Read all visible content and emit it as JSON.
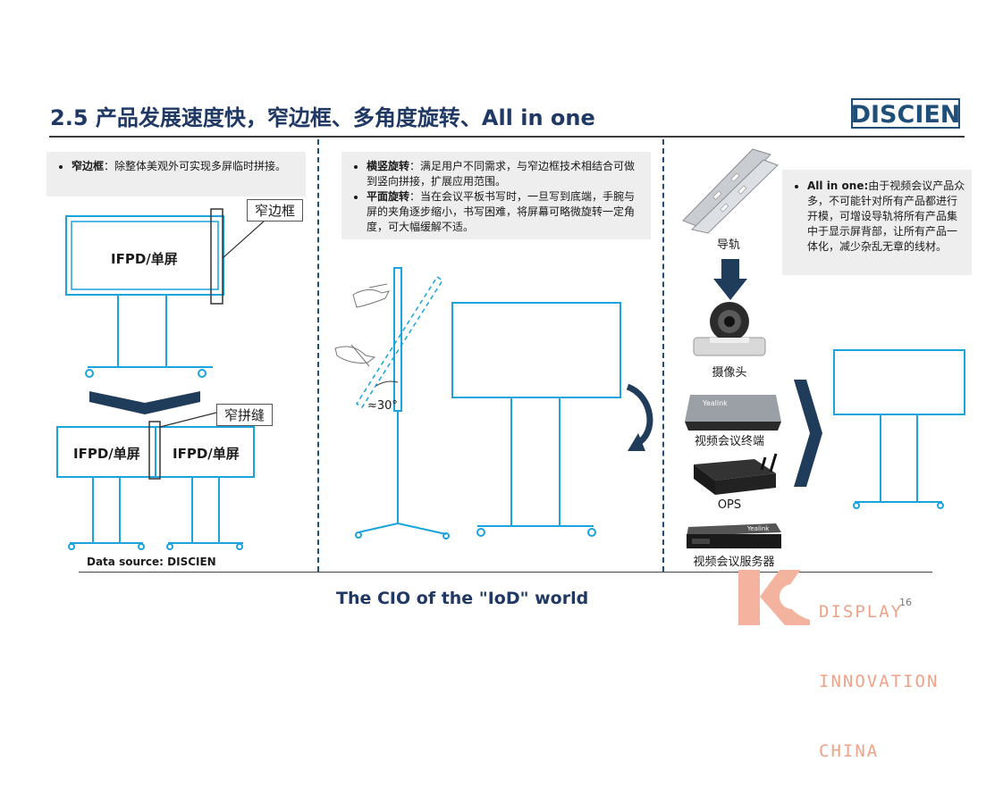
{
  "header": {
    "title": "2.5 产品发展速度快，窄边框、多角度旋转、All in one",
    "logo_text": "DISCIEN"
  },
  "col1": {
    "bullet_term": "窄边框",
    "bullet_text": "：除整体美观外可实现多屏临时拼接。",
    "callout_bezel": "窄边框",
    "screen_label": "IFPD/单屏",
    "callout_seam": "窄拼缝",
    "screen_left_label": "IFPD/单屏",
    "screen_right_label": "IFPD/单屏",
    "data_source": "Data source: DISCIEN"
  },
  "col2": {
    "bullet1_term": "横竖旋转",
    "bullet1_text": "：满足用户不同需求，与窄边框技术相结合可做到竖向拼接，扩展应用范围。",
    "bullet2_term": "平面旋转",
    "bullet2_text": "：当在会议平板书写时，一旦写到底端，手腕与屏的夹角逐步缩小，书写困难，将屏幕可略微旋转一定角度，可大幅缓解不适。",
    "angle_label": "≈30°"
  },
  "col3": {
    "rail_label": "导轨",
    "camera_label": "摄像头",
    "terminal_label": "视频会议终端",
    "ops_label": "OPS",
    "server_label": "视频会议服务器",
    "device_brand": "Yealink",
    "bullet_term": "All in one:",
    "bullet_text": "由于视频会议产品众多，不可能针对所有产品都进行开模，可增设导轨将所有产品集中于显示屏背部，让所有产品一体化，减少杂乱无章的线材。"
  },
  "footer": {
    "tagline": "The CIO of the \"IoD\" world",
    "dic_line1": "DISPLAY",
    "dic_line2": "INNOVATION",
    "dic_line3": "CHINA",
    "page_number": "16"
  },
  "colors": {
    "title": "#1f3864",
    "diagram_line": "#1aa3dc",
    "chevron": "#1f3c5a",
    "watermark": "#f0a289"
  }
}
